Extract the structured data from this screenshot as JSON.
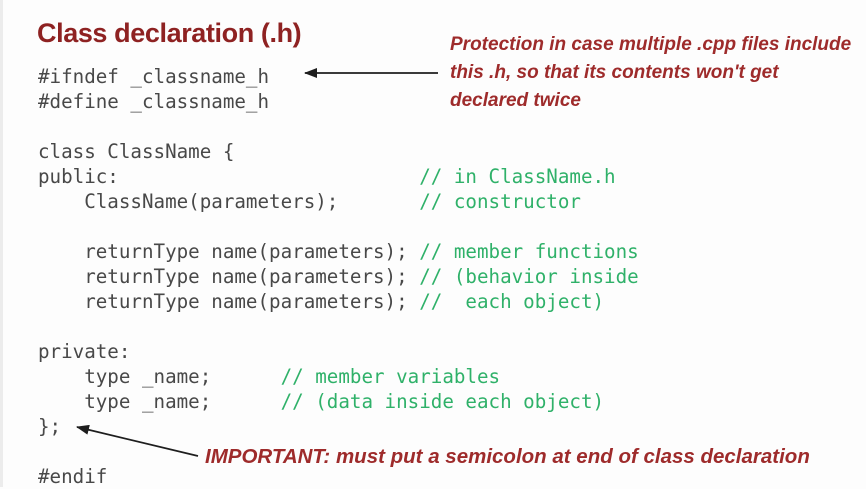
{
  "title": "Class declaration (.h)",
  "colors": {
    "title": "#8e2222",
    "note": "#9e2b2b",
    "code": "#484848",
    "comment": "#2fb169",
    "arrow": "#1e1e1e",
    "background": "#fdfdfd",
    "edge": "#ececec"
  },
  "notes": {
    "header_guard": {
      "line1": "Protection in case multiple .cpp files include",
      "line2": "this .h, so that its contents won't get",
      "line3": "declared twice"
    },
    "semicolon": "IMPORTANT: must put a semicolon at end of class declaration"
  },
  "code": {
    "lines": [
      {
        "code": "#ifndef _classname_h",
        "comment": ""
      },
      {
        "code": "#define _classname_h",
        "comment": ""
      },
      {
        "code": "",
        "comment": ""
      },
      {
        "code": "class ClassName {",
        "comment": ""
      },
      {
        "code": "public:                          ",
        "comment": "// in ClassName.h"
      },
      {
        "code": "    ClassName(parameters);       ",
        "comment": "// constructor"
      },
      {
        "code": "",
        "comment": ""
      },
      {
        "code": "    returnType name(parameters); ",
        "comment": "// member functions"
      },
      {
        "code": "    returnType name(parameters); ",
        "comment": "// (behavior inside"
      },
      {
        "code": "    returnType name(parameters); ",
        "comment": "//  each object)"
      },
      {
        "code": "",
        "comment": ""
      },
      {
        "code": "private:",
        "comment": ""
      },
      {
        "code": "    type _name;      ",
        "comment": "// member variables"
      },
      {
        "code": "    type _name;      ",
        "comment": "// (data inside each object)"
      },
      {
        "code": "};",
        "comment": ""
      },
      {
        "code": "",
        "comment": ""
      },
      {
        "code": "#endif",
        "comment": ""
      }
    ]
  }
}
